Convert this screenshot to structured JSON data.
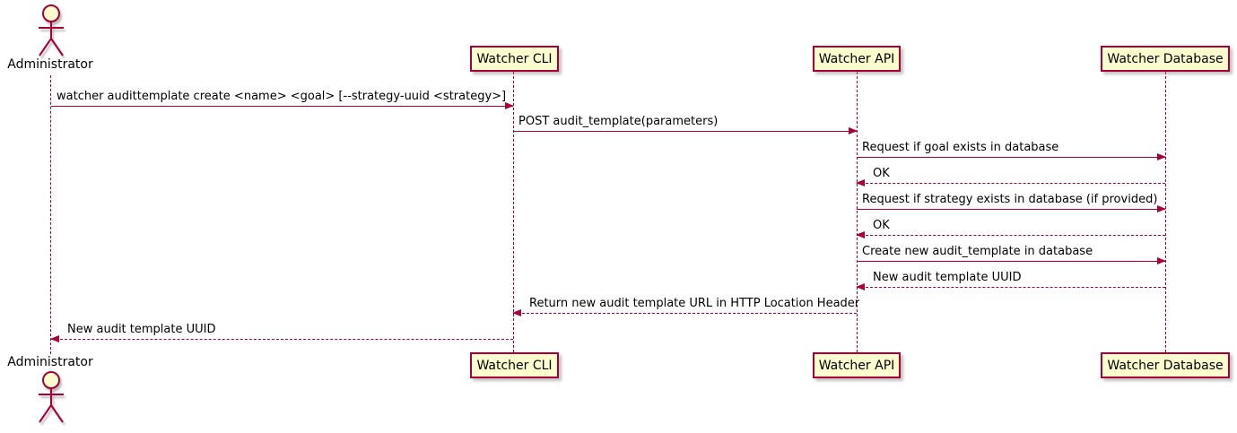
{
  "diagram": {
    "type": "sequence",
    "colors": {
      "border": "#A80036",
      "fill": "#FEFECE",
      "text": "#000000",
      "bg": "#FFFFFF"
    },
    "actors": [
      {
        "name": "Administrator"
      }
    ],
    "participants": [
      {
        "label": "Watcher CLI"
      },
      {
        "label": "Watcher API"
      },
      {
        "label": "Watcher Database"
      }
    ],
    "messages": [
      {
        "from": "Administrator",
        "to": "Watcher CLI",
        "type": "call",
        "label": "watcher audittemplate create <name> <goal> [--strategy-uuid <strategy>]"
      },
      {
        "from": "Watcher CLI",
        "to": "Watcher API",
        "type": "call",
        "label": "POST audit_template(parameters)"
      },
      {
        "from": "Watcher API",
        "to": "Watcher Database",
        "type": "call",
        "label": "Request if goal exists in database"
      },
      {
        "from": "Watcher Database",
        "to": "Watcher API",
        "type": "return",
        "label": "OK"
      },
      {
        "from": "Watcher API",
        "to": "Watcher Database",
        "type": "call",
        "label": "Request if strategy exists in database (if provided)"
      },
      {
        "from": "Watcher Database",
        "to": "Watcher API",
        "type": "return",
        "label": "OK"
      },
      {
        "from": "Watcher API",
        "to": "Watcher Database",
        "type": "call",
        "label": "Create new audit_template in database"
      },
      {
        "from": "Watcher Database",
        "to": "Watcher API",
        "type": "return",
        "label": "New audit template UUID"
      },
      {
        "from": "Watcher API",
        "to": "Watcher CLI",
        "type": "return",
        "label": "Return new audit template URL in HTTP Location Header"
      },
      {
        "from": "Watcher CLI",
        "to": "Administrator",
        "type": "return",
        "label": "New audit template UUID"
      }
    ]
  }
}
